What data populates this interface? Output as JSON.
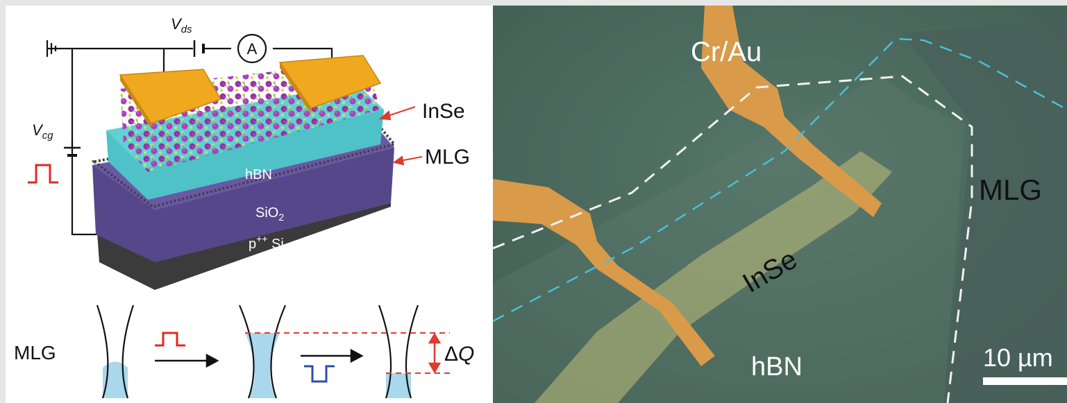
{
  "left": {
    "vds": {
      "main": "V",
      "sub": "ds"
    },
    "vcg": {
      "main": "V",
      "sub": "cg"
    },
    "ammeter": "A",
    "labels": {
      "inse": "InSe",
      "mlg": "MLG",
      "hbn": "hBN",
      "sio2_main": "SiO",
      "sio2_sub": "2",
      "psi_prefix": "p",
      "psi_sup": "++",
      "psi_suffix": " Si"
    },
    "band": {
      "mlg": "MLG",
      "delta": "Δ",
      "q": "Q"
    }
  },
  "right": {
    "crau": "Cr/Au",
    "mlg": "MLG",
    "inse": "InSe",
    "hbn": "hBN",
    "scale": "10 µm"
  },
  "colors": {
    "gold": "#f0a81f",
    "hbn": "#4ec2c6",
    "sio2": "#5b4c8c",
    "si": "#3a3a3a",
    "arrow": "#e03a2f",
    "pulse_up": "#e02a20",
    "pulse_down": "#2a4fa6",
    "fill": "#a9d7ec",
    "bg_micro": "#4b6a5c"
  }
}
